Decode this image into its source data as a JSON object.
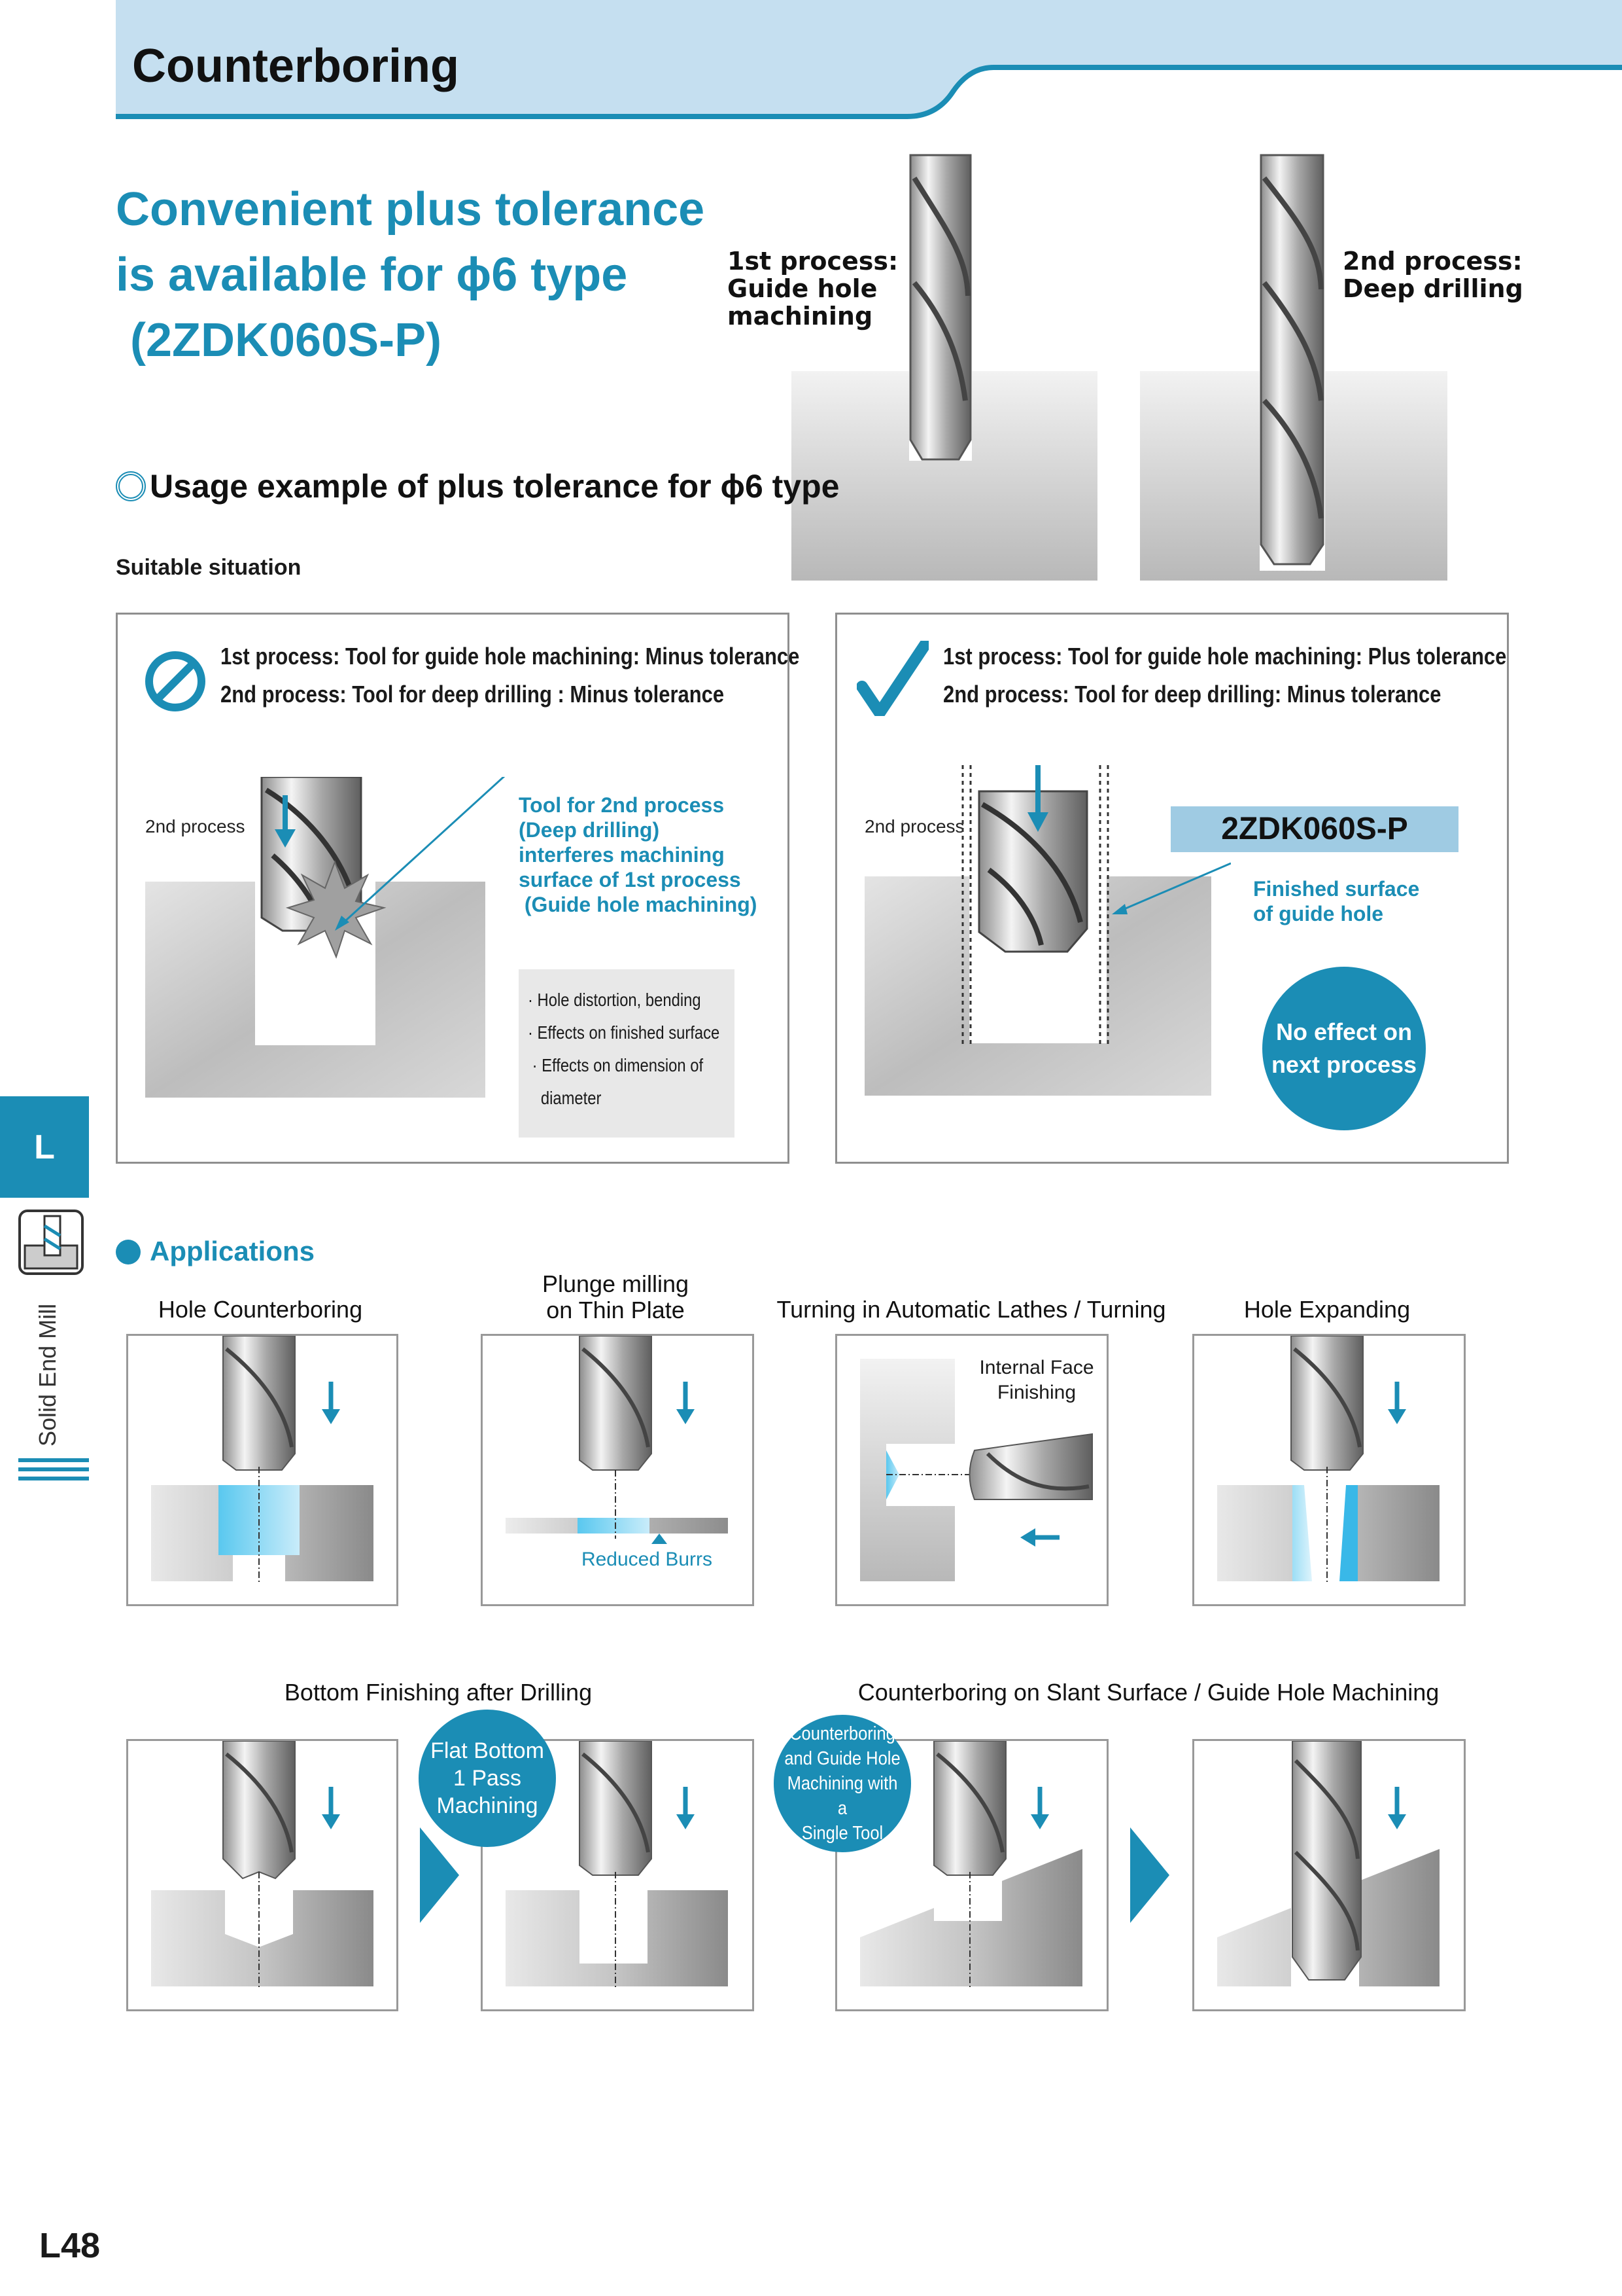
{
  "header": {
    "title": "Counterboring"
  },
  "headline": {
    "line1": "Convenient plus tolerance",
    "line2": "is available for ϕ6 type",
    "line3": "(2ZDK060S-P)"
  },
  "process_labels": {
    "first": [
      "1st process:",
      "Guide hole",
      "machining"
    ],
    "second": [
      "2nd process:",
      "Deep drilling"
    ]
  },
  "usage": {
    "title": "Usage example of plus tolerance for ϕ6 type",
    "suitable": "Suitable situation"
  },
  "comparison": {
    "bad": {
      "line1": "1st process: Tool for guide hole machining: Minus tolerance",
      "line2": "2nd process: Tool for deep drilling : Minus tolerance",
      "process_label": "2nd process",
      "callout": [
        "Tool for 2nd process",
        "(Deep drilling)",
        "interferes machining",
        "surface of 1st process",
        " (Guide hole machining)"
      ],
      "bullets": [
        "· Hole distortion, bending",
        "· Effects on finished surface",
        " · Effects on dimension of",
        "   diameter"
      ]
    },
    "good": {
      "line1": "1st process: Tool for guide hole machining: Plus tolerance",
      "line2": "2nd process: Tool for deep drilling: Minus tolerance",
      "process_label": "2nd process",
      "model": "2ZDK060S-P",
      "callout": [
        "Finished surface",
        "of guide hole"
      ],
      "bubble": [
        "No effect on",
        "next process"
      ]
    }
  },
  "applications": {
    "title": "Applications",
    "row1": [
      {
        "caption": "Hole Counterboring"
      },
      {
        "caption_lines": [
          "Plunge milling",
          "on Thin Plate"
        ],
        "note": "Reduced Burrs"
      },
      {
        "caption": "Turning in Automatic Lathes / Turning",
        "note_lines": [
          "Internal Face",
          "Finishing"
        ]
      },
      {
        "caption": "Hole Expanding"
      }
    ],
    "row2": {
      "caption_left": "Bottom Finishing after Drilling",
      "caption_right": "Counterboring on Slant Surface / Guide Hole Machining",
      "bubble_left": [
        "Flat Bottom",
        "1 Pass",
        "Machining"
      ],
      "bubble_right": [
        "Counterboring",
        "and Guide Hole",
        "Machining with a",
        "Single Tool"
      ]
    }
  },
  "side": {
    "tab": "L",
    "label": "Solid End Mill"
  },
  "page_number": "L48",
  "colors": {
    "accent": "#1b8db5",
    "header_bg": "#c5dff0",
    "model_bg": "#9fcbe3"
  }
}
